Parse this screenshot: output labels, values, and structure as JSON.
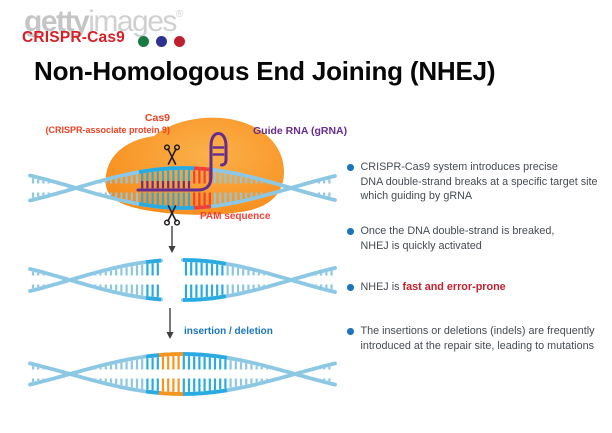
{
  "watermark": {
    "brand_bold": "getty",
    "brand_light": "images",
    "registered": "®"
  },
  "header": {
    "product": "CRISPR-Cas9",
    "dot_colors": [
      "#1a7a44",
      "#2d3192",
      "#c01f2f"
    ]
  },
  "title": "Non-Homologous End Joining (NHEJ)",
  "diagram": {
    "cas9_label": "Cas9",
    "cas9_sublabel": "(CRISPR-associate protein 9)",
    "grna_label": "Guide RNA (gRNA)",
    "pam_label": "PAM sequence",
    "indel_label": "insertion / deletion"
  },
  "bullets": [
    {
      "text": "CRISPR-Cas9 system introduces precise\nDNA double-strand breaks at a specific target site\nwhich guiding by gRNA"
    },
    {
      "text": "Once the DNA double-strand is breaked,\nNHEJ is quickly activated"
    },
    {
      "text": "NHEJ is ",
      "highlight": "fast and error-prone"
    },
    {
      "text": "The insertions or deletions (indels) are frequently\nintroduced at the repair site, leading to mutations"
    }
  ],
  "colors": {
    "dna_strand": "#8cc7e3",
    "dna_target": "#29abe2",
    "pam": "#ef4136",
    "indel": "#f7941e",
    "grna": "#662d91",
    "cas9_fill_light": "#fbb04b",
    "cas9_fill_mid": "#f9992b",
    "cas9_fill_dark": "#f58616",
    "label_red": "#ee4123",
    "label_purple": "#662d91",
    "label_blue": "#1b75bc",
    "bullet_dot": "#1b75bc",
    "text_dark": "#454b54",
    "highlight_red": "#c4202e",
    "brand_red": "#d71f26",
    "arrow": "#404041",
    "scissors": "#231f20"
  }
}
